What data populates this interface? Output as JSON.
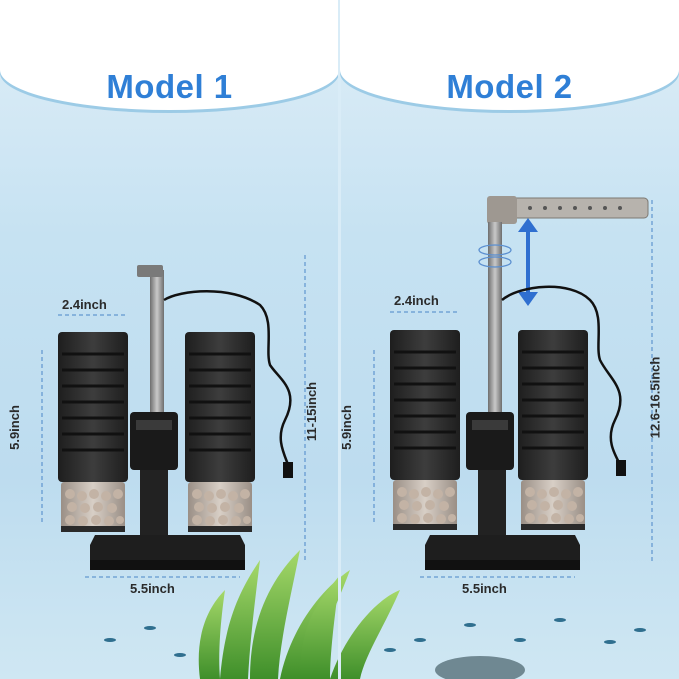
{
  "models": [
    {
      "title": "Model 1",
      "width_top": "2.4inch",
      "sponge_height": "5.9inch",
      "total_height": "11-15inch",
      "base_width": "5.5inch"
    },
    {
      "title": "Model 2",
      "width_top": "2.4inch",
      "sponge_height": "5.9inch",
      "total_height": "12.6-16.5inch",
      "base_width": "5.5inch"
    }
  ],
  "colors": {
    "title": "#2f7fd6",
    "dimension_line": "#4a86c8",
    "adjust_arrow": "#2f6fd0",
    "sponge": "#2c2c2c",
    "pipe": "#8a8a8a"
  }
}
